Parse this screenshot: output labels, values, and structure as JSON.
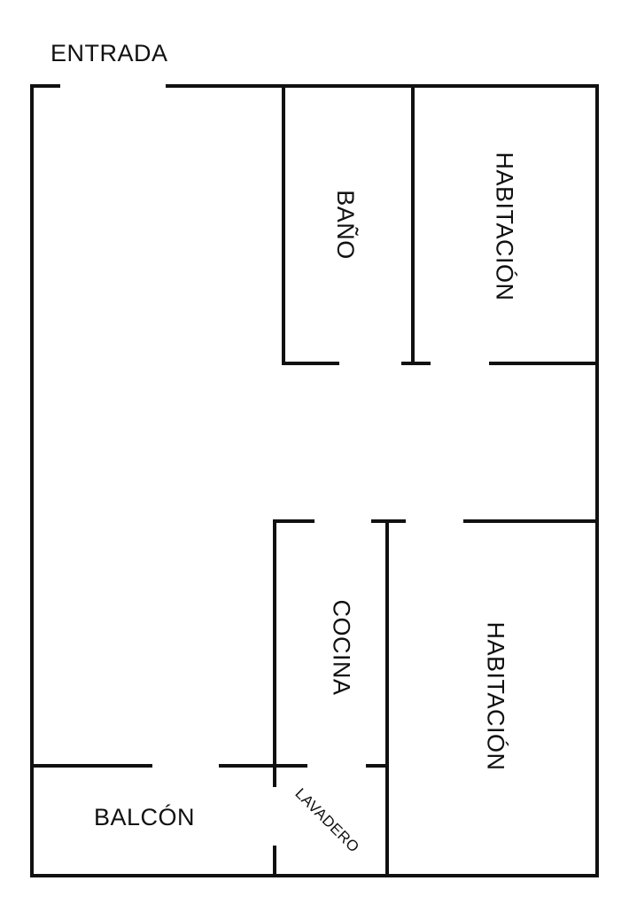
{
  "plan": {
    "entrance_label": "ENTRADA",
    "rooms": {
      "bathroom": "BAÑO",
      "bedroom_1": "HABITACIÓN",
      "kitchen": "COCINA",
      "bedroom_2": "HABITACIÓN",
      "balcony": "BALCÓN",
      "laundry": "LAVADERO"
    },
    "wall_color": "#111111"
  }
}
